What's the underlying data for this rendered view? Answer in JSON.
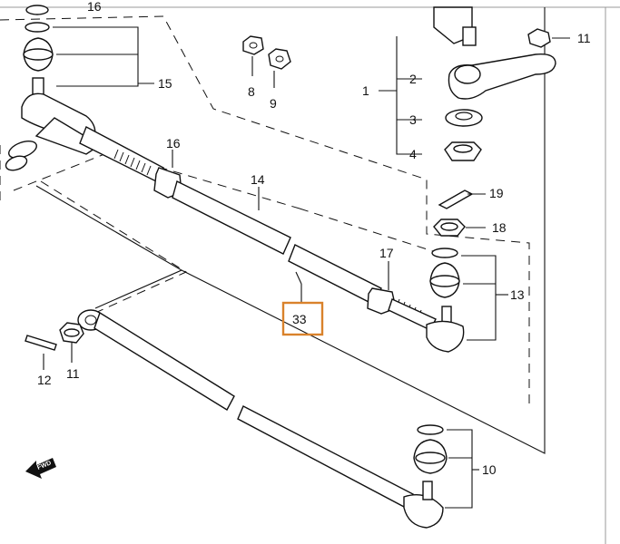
{
  "callouts": {
    "p1": "1",
    "p2": "2",
    "p3": "3",
    "p4": "4",
    "p8": "8",
    "p9": "9",
    "p10": "10",
    "p11a": "11",
    "p11b": "11",
    "p12": "12",
    "p13": "13",
    "p14": "14",
    "p15": "15",
    "p16": "16",
    "p17": "17",
    "p18": "18",
    "p19": "19",
    "p33": "33",
    "p16top": "16"
  },
  "fwd_label": "FWD",
  "colors": {
    "line": "#111111",
    "highlight": "#d9822b",
    "background": "#ffffff"
  }
}
